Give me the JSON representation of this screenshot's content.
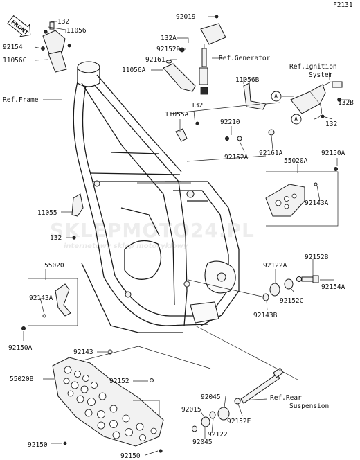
{
  "diagram_id": "F2131",
  "watermark": {
    "main": "SKLEPMOTO24.PL",
    "sub": "internetowy sklep motocyklowy"
  },
  "front_label": "FRONT",
  "labels": {
    "p132_top": "132",
    "p11056": "11056",
    "p92154": "92154",
    "p11056C": "11056C",
    "ref_frame": "Ref.Frame",
    "p92019": "92019",
    "p132A": "132A",
    "p92152D": "92152D",
    "ref_generator": "Ref.Generator",
    "p92161": "92161",
    "p11056A": "11056A",
    "ref_ignition_1": "Ref.Ignition",
    "ref_ignition_2": "System",
    "p11056B": "11056B",
    "p132B": "132B",
    "p132_mid": "132",
    "p11055A": "11055A",
    "p132_r": "132",
    "p92210": "92210",
    "p92152A": "92152A",
    "p92161A": "92161A",
    "p92150A_r": "92150A",
    "p55020A": "55020A",
    "p92143A_r": "92143A",
    "p11055": "11055",
    "p132_l": "132",
    "p55020": "55020",
    "p92143A_l": "92143A",
    "p92150A_l": "92150A",
    "p92152B": "92152B",
    "p92122A": "92122A",
    "p92154A": "92154A",
    "p92152C": "92152C",
    "p92143B": "92143B",
    "p92143": "92143",
    "p55020B": "55020B",
    "p92152": "92152",
    "ref_rear_1": "Ref.Rear",
    "ref_rear_2": "Suspension",
    "p92045_t": "92045",
    "p92015": "92015",
    "p92152E": "92152E",
    "p92045_b": "92045",
    "p92122": "92122",
    "p92150_l": "92150",
    "p92150_b": "92150"
  },
  "callouts": {
    "a1": "A",
    "a2": "A"
  }
}
